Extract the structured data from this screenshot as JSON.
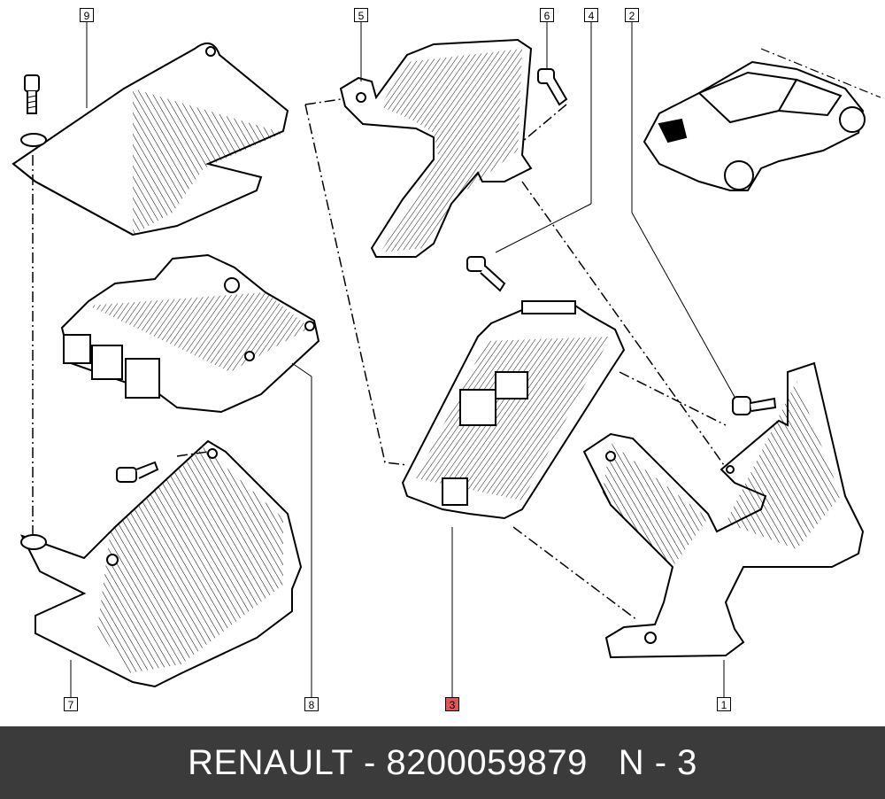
{
  "callouts": [
    {
      "id": "9",
      "label": "9"
    },
    {
      "id": "5",
      "label": "5"
    },
    {
      "id": "6",
      "label": "6"
    },
    {
      "id": "4",
      "label": "4"
    },
    {
      "id": "2",
      "label": "2"
    },
    {
      "id": "7",
      "label": "7"
    },
    {
      "id": "8",
      "label": "8"
    },
    {
      "id": "3",
      "label": "3",
      "highlighted": true
    },
    {
      "id": "1",
      "label": "1"
    }
  ],
  "footer": {
    "brand": "RENAULT",
    "separator": "-",
    "part_number": "8200059879",
    "position": "N - 3"
  },
  "colors": {
    "footer_bg": "#3b3b3b",
    "highlight": "#e05555",
    "line": "#000000"
  }
}
